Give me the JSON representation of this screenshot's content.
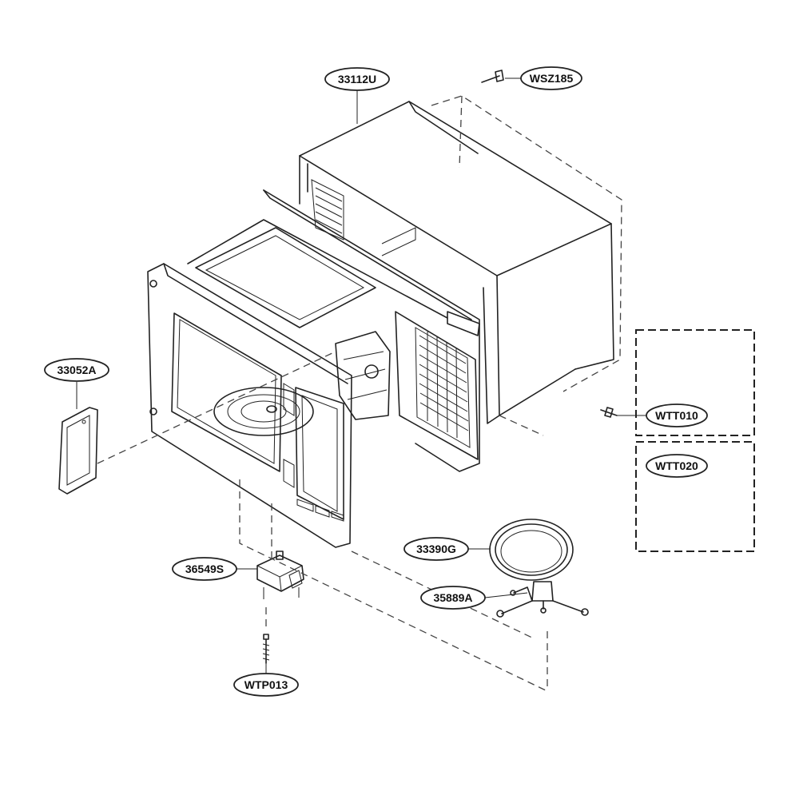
{
  "callouts": {
    "cabinet": "33112U",
    "screw_top": "WSZ185",
    "cover": "33052A",
    "screw_right": "WTT010",
    "screw_box": "WTT020",
    "tray": "33390G",
    "roller": "35889A",
    "motor": "36549S",
    "motor_screw": "WTP013"
  },
  "colors": {
    "line": "#222222",
    "background": "#ffffff"
  }
}
